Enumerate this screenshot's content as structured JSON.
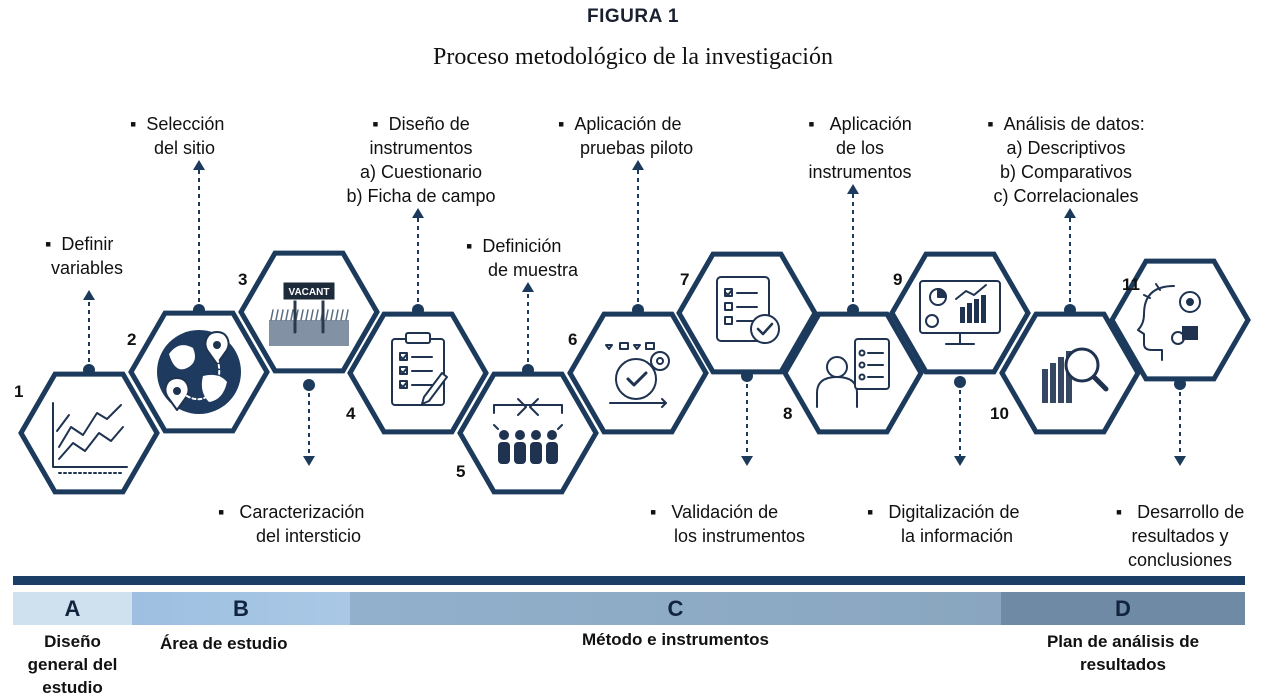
{
  "figure": {
    "label": "FIGURA 1",
    "caption": "Proceso metodológico de la investigación"
  },
  "steps": [
    {
      "num": "1",
      "icon": "line-chart-icon",
      "label": [
        "Definir",
        "variables"
      ]
    },
    {
      "num": "2",
      "icon": "globe-location-pin-icon",
      "label": [
        "Selección",
        "del sitio"
      ]
    },
    {
      "num": "3",
      "icon": "vacant-lot-sign-icon",
      "sign_text": "VACANT",
      "label": [
        "Caracterización",
        "del intersticio"
      ]
    },
    {
      "num": "4",
      "icon": "clipboard-checklist-icon",
      "label": [
        "Diseño de",
        "instrumentos",
        "a) Cuestionario",
        "b) Ficha de campo"
      ]
    },
    {
      "num": "5",
      "icon": "people-sample-selection-icon",
      "label": [
        "Definición",
        "de muestra"
      ]
    },
    {
      "num": "6",
      "icon": "process-gears-icon",
      "label": [
        "Aplicación de",
        "pruebas piloto"
      ]
    },
    {
      "num": "7",
      "icon": "checklist-validation-icon",
      "label": [
        "Validación de",
        "los instrumentos"
      ]
    },
    {
      "num": "8",
      "icon": "person-clipboard-icon",
      "label": [
        "Aplicación",
        "de los",
        "instrumentos"
      ]
    },
    {
      "num": "9",
      "icon": "monitor-analytics-icon",
      "label": [
        "Digitalización de",
        "la información"
      ]
    },
    {
      "num": "10",
      "icon": "magnifier-bar-chart-icon",
      "label": [
        "Análisis de datos:",
        "a) Descriptivos",
        "b) Comparativos",
        "c) Correlacionales"
      ]
    },
    {
      "num": "11",
      "icon": "head-gears-icon",
      "label": [
        "Desarrollo de",
        "resultados y",
        "conclusiones"
      ]
    }
  ],
  "phases": [
    {
      "letter": "A",
      "name": [
        "Diseño",
        "general del",
        "estudio"
      ],
      "color": "#cfe0ef"
    },
    {
      "letter": "B",
      "name": [
        "Área de estudio"
      ],
      "color": "#a3c3e3"
    },
    {
      "letter": "C",
      "name": [
        "Método e instrumentos"
      ],
      "color": "#8ca9c2"
    },
    {
      "letter": "D",
      "name": [
        "Plan de análisis de",
        "resultados"
      ],
      "color": "#6f8aa5"
    }
  ],
  "colors": {
    "hex_stroke": "#1b3a5c",
    "icon": "#1f3350",
    "bar": "#1b3e66"
  }
}
